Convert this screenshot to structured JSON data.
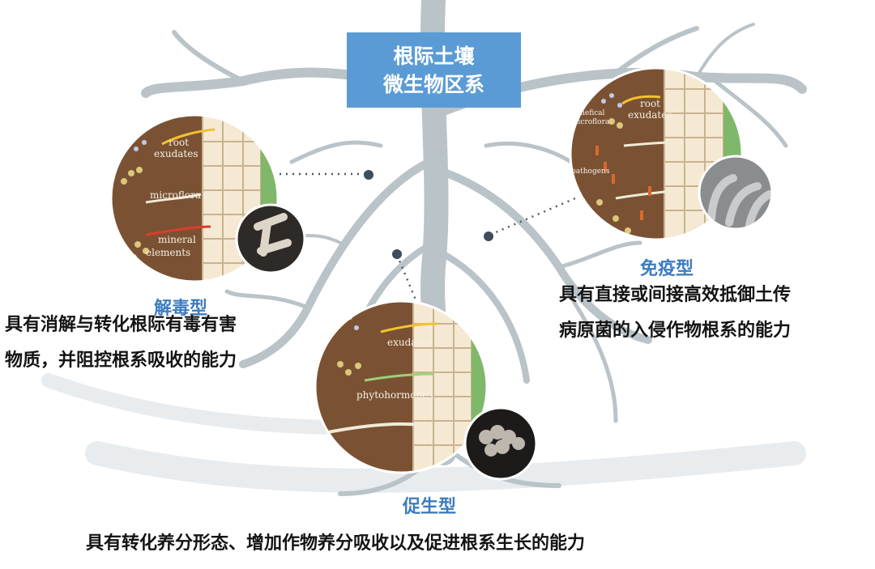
{
  "title": {
    "line1": "根际土壤",
    "line2": "微生物区系"
  },
  "types": {
    "detox": {
      "label": "解毒型",
      "desc_line1": "具有消解与转化根际有毒有害",
      "desc_line2": "物质，并阻控根系吸收的能力",
      "captions": {
        "root_exudates_1": "root",
        "root_exudates_2": "exudates",
        "microflora": "microflora",
        "mineral_1": "mineral",
        "mineral_2": "elements"
      }
    },
    "immune": {
      "label": "免疫型",
      "desc_line1": "具有直接或间接高效抵御土传",
      "desc_line2": "病原菌的入侵作物根系的能力",
      "captions": {
        "beneficial_1": "benefical",
        "beneficial_2": "microflora",
        "pathogens": "pathogens",
        "root_exudates_1": "root",
        "root_exudates_2": "exudates"
      }
    },
    "growth": {
      "label": "促生型",
      "desc": "具有转化养分形态、增加作物养分吸收以及促进根系生长的能力",
      "captions": {
        "exudates": "exudates",
        "phytohormones": "phytohormones"
      }
    }
  },
  "colors": {
    "title_bg": "#5b9bd5",
    "type_label": "#3d7cc0",
    "root": "#b9c3c8",
    "soil": "#7a5233",
    "text": "#141414"
  },
  "icons": [
    "root-system",
    "soil-cell-circle",
    "microbe-micrograph",
    "connector-dot"
  ]
}
